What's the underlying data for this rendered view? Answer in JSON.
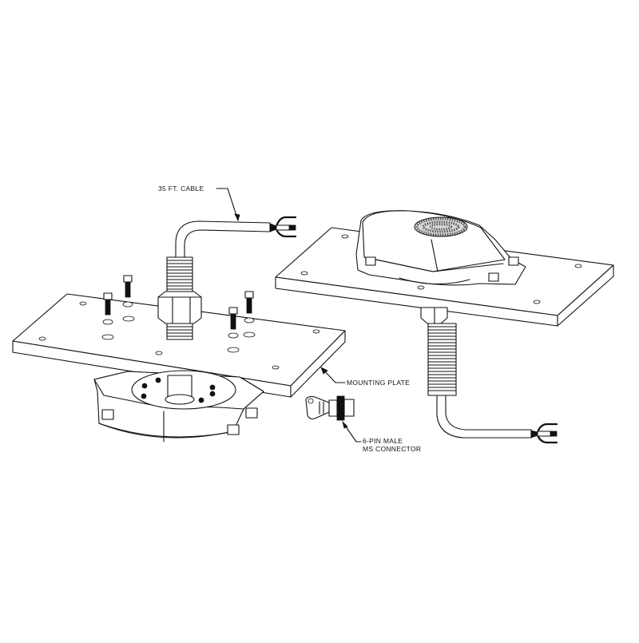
{
  "diagram": {
    "type": "exploded-assembly-line-drawing",
    "background_color": "#ffffff",
    "line_color": "#111111",
    "components": [
      {
        "id": "left-sensor-assembly",
        "description": "threaded transducer with hex nut through mounting plate, round housing below, 4 cap screws"
      },
      {
        "id": "right-sensor-assembly",
        "description": "oval housing with perforated face on mounting plate, threaded stem and cable below"
      },
      {
        "id": "ms-connector",
        "description": "6-pin male MS connector"
      }
    ],
    "callouts": [
      {
        "id": "cable",
        "text": "35 FT. CABLE"
      },
      {
        "id": "mounting-plate",
        "text": "MOUNTING PLATE"
      },
      {
        "id": "connector",
        "line1": "6-PIN MALE",
        "line2": "MS CONNECTOR"
      }
    ]
  }
}
